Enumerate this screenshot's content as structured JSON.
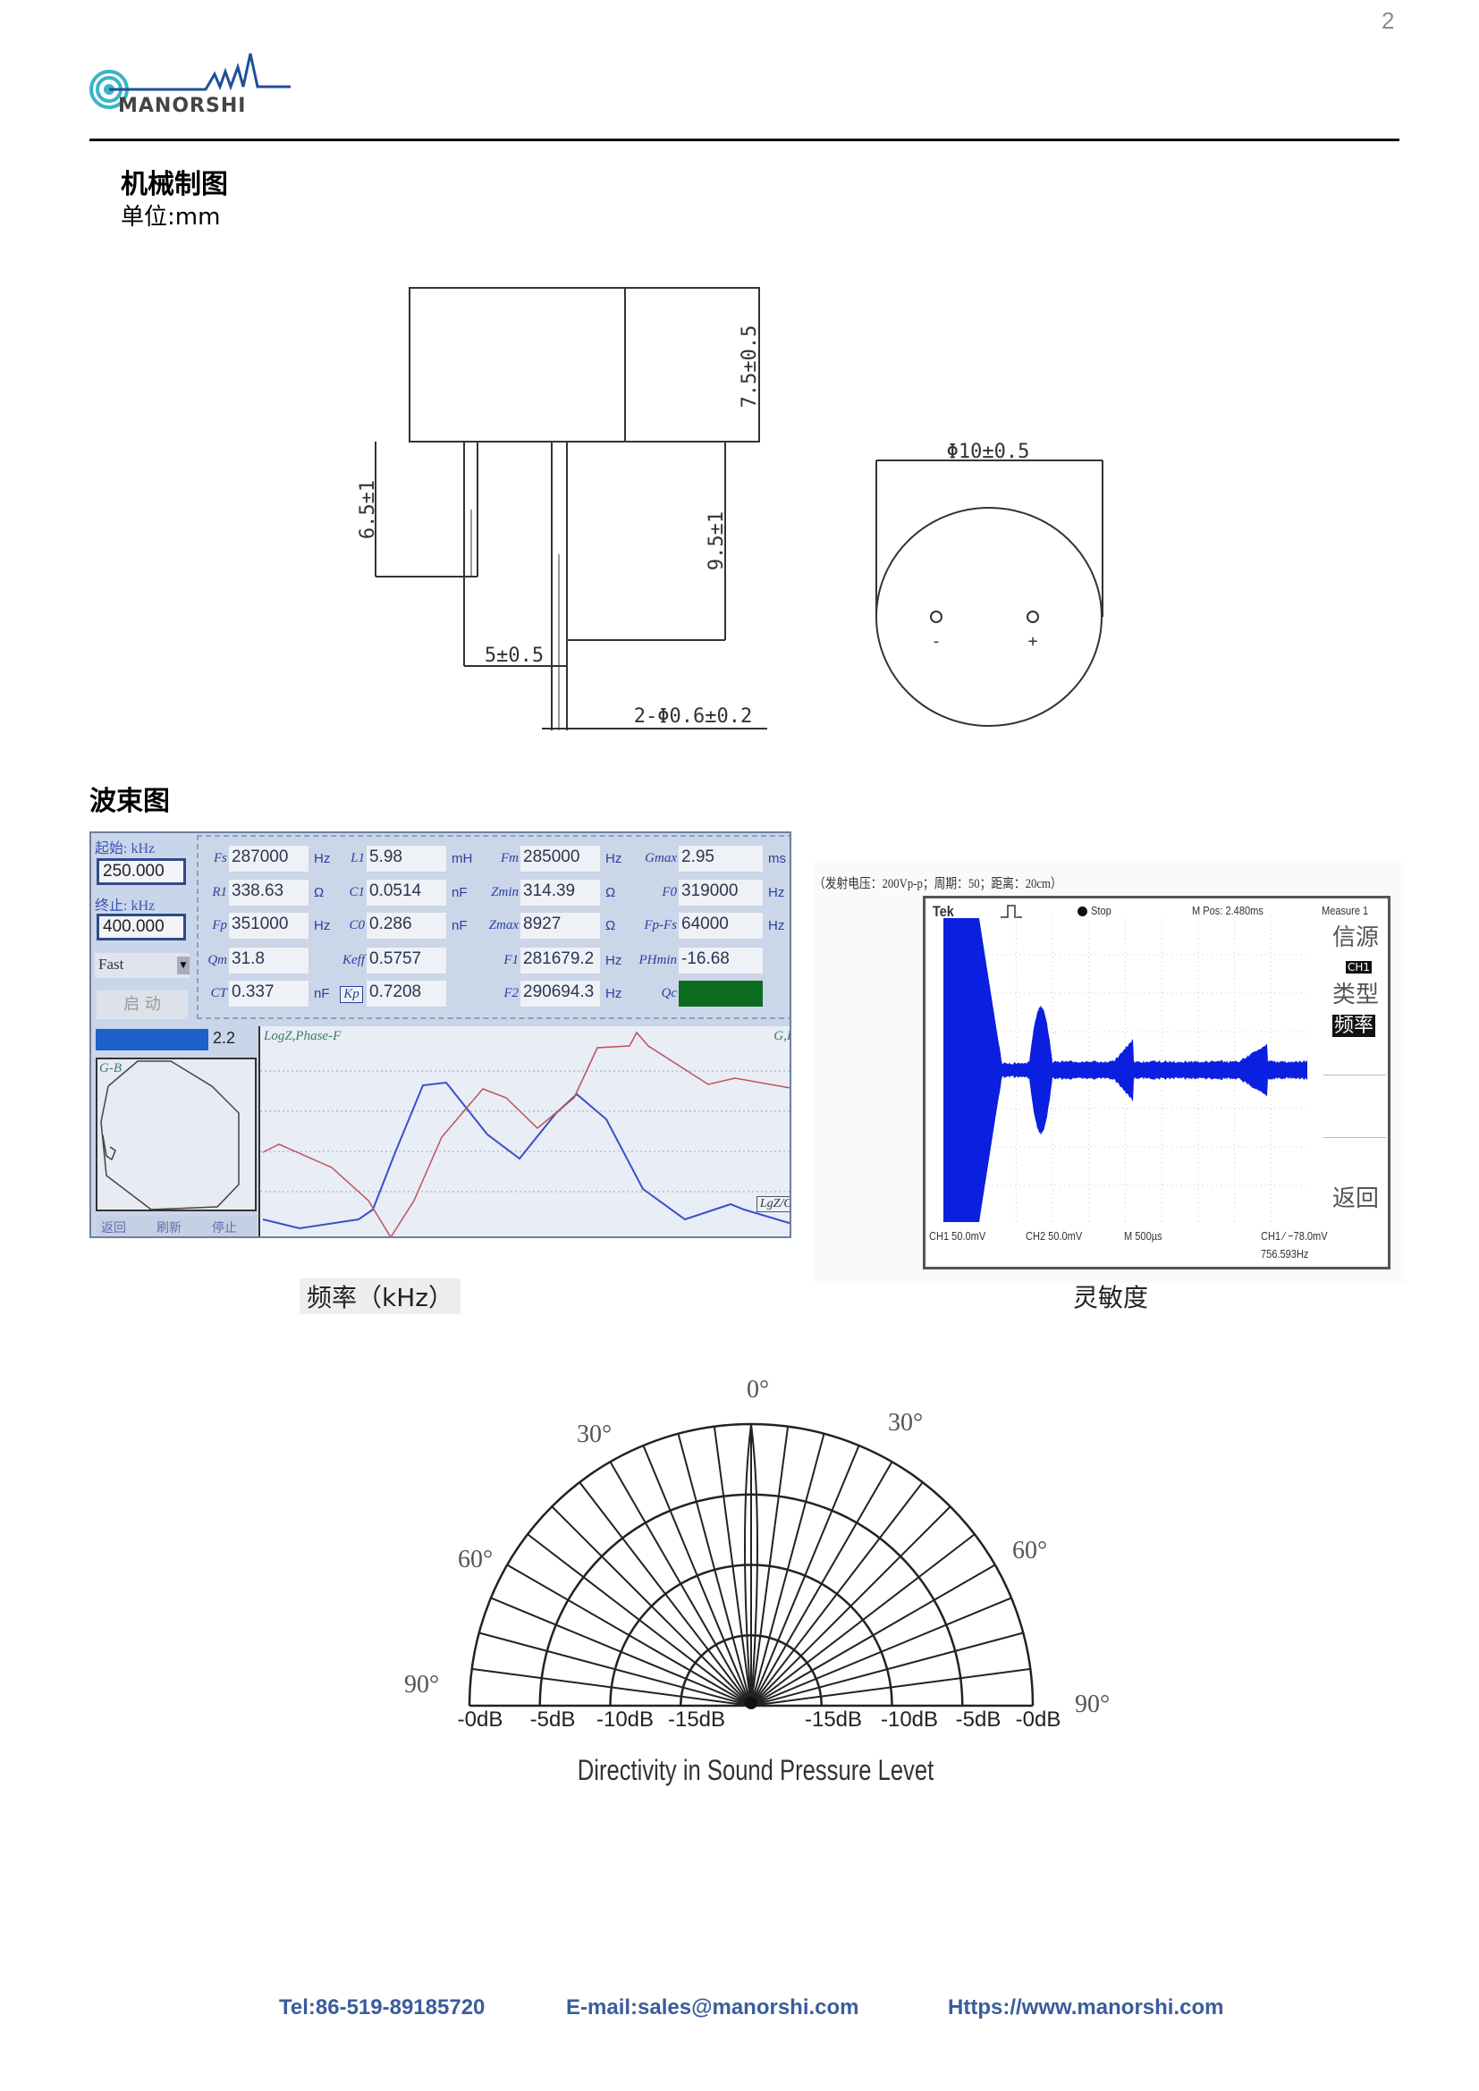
{
  "page_number": "2",
  "logo": {
    "text": "MANORSHI"
  },
  "section_mechanical": {
    "title": "机械制图",
    "unit": "单位:mm"
  },
  "drawing": {
    "dim_height_top": "7.5±0.5",
    "dim_lead_left": "6.5±1",
    "dim_lead_right": "9.5±1",
    "dim_pitch": "5±0.5",
    "dim_pin": "2-Φ0.6±0.2",
    "dim_diameter": "Φ10±0.5",
    "pin_minus": "-",
    "pin_plus": "+"
  },
  "section_beam": {
    "title": "波束图"
  },
  "analyzer": {
    "start_label": "起始: kHz",
    "start_value": "250.000",
    "stop_label": "终止: kHz",
    "stop_value": "400.000",
    "speed": "Fast",
    "start_button": "启 动",
    "progress_value": "2.2",
    "chart_title": "LogZ,Phase-F",
    "chart_corner": "G,B",
    "chart_legend": "LgZ/GB",
    "gb_title": "G-B",
    "buttons": [
      "返回",
      "刷新",
      "停止"
    ],
    "fields": [
      {
        "label": "Fs",
        "value": "287000",
        "unit": "Hz"
      },
      {
        "label": "L1",
        "value": "5.98",
        "unit": "mH"
      },
      {
        "label": "Fm",
        "value": "285000",
        "unit": "Hz"
      },
      {
        "label": "Gmax",
        "value": "2.95",
        "unit": "ms"
      },
      {
        "label": "R1",
        "value": "338.63",
        "unit": "Ω"
      },
      {
        "label": "C1",
        "value": "0.0514",
        "unit": "nF"
      },
      {
        "label": "Zmin",
        "value": "314.39",
        "unit": "Ω"
      },
      {
        "label": "F0",
        "value": "319000",
        "unit": "Hz"
      },
      {
        "label": "Fp",
        "value": "351000",
        "unit": "Hz"
      },
      {
        "label": "C0",
        "value": "0.286",
        "unit": "nF"
      },
      {
        "label": "Zmax",
        "value": "8927",
        "unit": "Ω"
      },
      {
        "label": "Fp-Fs",
        "value": "64000",
        "unit": "Hz"
      },
      {
        "label": "Qm",
        "value": "31.8",
        "unit": ""
      },
      {
        "label": "Keff",
        "value": "0.5757",
        "unit": ""
      },
      {
        "label": "F1",
        "value": "281679.2",
        "unit": "Hz"
      },
      {
        "label": "PHmin",
        "value": "-16.68",
        "unit": ""
      },
      {
        "label": "CT",
        "value": "0.337",
        "unit": "nF"
      },
      {
        "label": "Kp",
        "value": "0.7208",
        "unit": ""
      },
      {
        "label": "F2",
        "value": "290694.3",
        "unit": "Hz"
      },
      {
        "label": "Qc",
        "value": "",
        "unit": ""
      }
    ],
    "qc_color": "#0b6b1e",
    "curve_colors": {
      "logz": "#3a4fc8",
      "phase": "#c0505a"
    }
  },
  "analyzer_caption": "频率（kHz）",
  "scope": {
    "header_note": "（发射电压：200Vp-p；周期：50；距离：20cm）",
    "brand": "Tek",
    "status": "Stop",
    "mpos": "M Pos: 2.480ms",
    "measure": "Measure 1",
    "menu_source": "信源",
    "menu_source_val": "CH1",
    "menu_type": "类型",
    "menu_type_val": "频率",
    "menu_back": "返回",
    "ch1": "CH1  50.0mV",
    "ch2": "CH2  50.0mV",
    "timebase": "M 500µs",
    "trigger": "CH1 ∕ −78.0mV",
    "freq": "756.593Hz",
    "trace_color": "#0a1fe0"
  },
  "scope_caption": "灵敏度",
  "directivity": {
    "angle_labels": {
      "top": "0°",
      "left30": "30°",
      "right30": "30°",
      "left60": "60°",
      "right60": "60°",
      "left90": "90°",
      "right90": "90°"
    },
    "db_labels_left": [
      "-0dB",
      "-5dB",
      "-10dB",
      "-15dB"
    ],
    "db_labels_right": [
      "-15dB",
      "-10dB",
      "-5dB",
      "-0dB"
    ],
    "title": "Directivity in Sound Pressure Levet"
  },
  "footer": {
    "tel": "Tel:86-519-89185720",
    "email": "E-mail:sales@manorshi.com",
    "web": "Https://www.manorshi.com"
  }
}
